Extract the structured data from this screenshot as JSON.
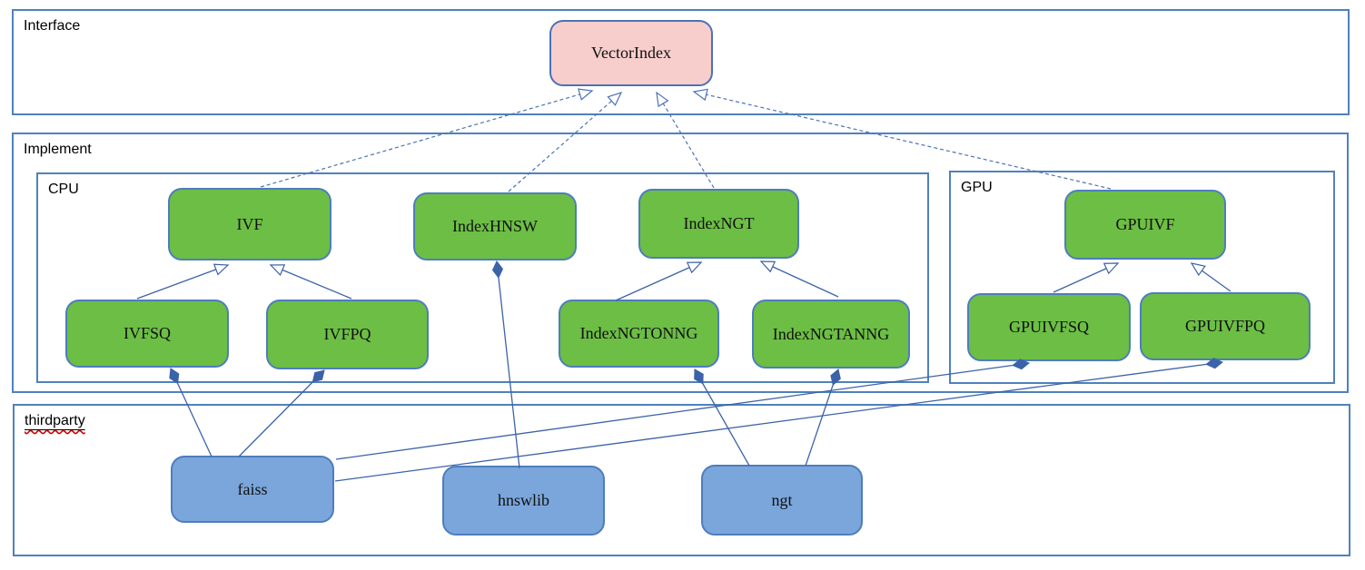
{
  "containers": {
    "interface": {
      "label": "Interface"
    },
    "implement": {
      "label": "Implement"
    },
    "cpu": {
      "label": "CPU"
    },
    "gpu": {
      "label": "GPU"
    },
    "thirdparty": {
      "label": "thirdparty"
    }
  },
  "nodes": {
    "vectorindex": {
      "label": "VectorIndex",
      "kind": "interface"
    },
    "ivf": {
      "label": "IVF",
      "kind": "cpu-class"
    },
    "indexhnsw": {
      "label": "IndexHNSW",
      "kind": "cpu-class"
    },
    "indexngt": {
      "label": "IndexNGT",
      "kind": "cpu-class"
    },
    "gpuivf": {
      "label": "GPUIVF",
      "kind": "gpu-class"
    },
    "ivfsq": {
      "label": "IVFSQ",
      "kind": "cpu-class"
    },
    "ivfpq": {
      "label": "IVFPQ",
      "kind": "cpu-class"
    },
    "indexngtonng": {
      "label": "IndexNGTONNG",
      "kind": "cpu-class"
    },
    "indexngtanng": {
      "label": "IndexNGTANNG",
      "kind": "cpu-class"
    },
    "gpuivfsq": {
      "label": "GPUIVFSQ",
      "kind": "gpu-class"
    },
    "gpuivfpq": {
      "label": "GPUIVFPQ",
      "kind": "gpu-class"
    },
    "faiss": {
      "label": "faiss",
      "kind": "thirdparty-lib"
    },
    "hnswlib": {
      "label": "hnswlib",
      "kind": "thirdparty-lib"
    },
    "ngt": {
      "label": "ngt",
      "kind": "thirdparty-lib"
    }
  },
  "edges": [
    {
      "from": "IVF",
      "to": "VectorIndex",
      "type": "realization-dashed-hollow-arrow"
    },
    {
      "from": "IndexHNSW",
      "to": "VectorIndex",
      "type": "realization-dashed-hollow-arrow"
    },
    {
      "from": "IndexNGT",
      "to": "VectorIndex",
      "type": "realization-dashed-hollow-arrow"
    },
    {
      "from": "GPUIVF",
      "to": "VectorIndex",
      "type": "realization-dashed-hollow-arrow"
    },
    {
      "from": "IVFSQ",
      "to": "IVF",
      "type": "generalization-hollow-arrow"
    },
    {
      "from": "IVFPQ",
      "to": "IVF",
      "type": "generalization-hollow-arrow"
    },
    {
      "from": "IndexNGTONNG",
      "to": "IndexNGT",
      "type": "generalization-hollow-arrow"
    },
    {
      "from": "IndexNGTANNG",
      "to": "IndexNGT",
      "type": "generalization-hollow-arrow"
    },
    {
      "from": "GPUIVFSQ",
      "to": "GPUIVF",
      "type": "generalization-hollow-arrow"
    },
    {
      "from": "GPUIVFPQ",
      "to": "GPUIVF",
      "type": "generalization-hollow-arrow"
    },
    {
      "from": "faiss",
      "to": "IVFSQ",
      "type": "composition-filled-diamond"
    },
    {
      "from": "faiss",
      "to": "IVFPQ",
      "type": "composition-filled-diamond"
    },
    {
      "from": "faiss",
      "to": "GPUIVFSQ",
      "type": "composition-filled-diamond"
    },
    {
      "from": "faiss",
      "to": "GPUIVFPQ",
      "type": "composition-filled-diamond"
    },
    {
      "from": "hnswlib",
      "to": "IndexHNSW",
      "type": "composition-filled-diamond"
    },
    {
      "from": "ngt",
      "to": "IndexNGTONNG",
      "type": "composition-filled-diamond"
    },
    {
      "from": "ngt",
      "to": "IndexNGTANNG",
      "type": "composition-filled-diamond"
    }
  ],
  "colors": {
    "class_fill_green": "#6cbe45",
    "interface_fill_pink": "#f8cecc",
    "thirdparty_fill_blue": "#7ba6db",
    "box_border_blue": "#4e7dbd",
    "container_border_blue": "#4f81bd",
    "connector_blue": "#3c63a8",
    "dashed_connector_blue": "#4a72b8",
    "spellcheck_red": "#cc0000"
  }
}
